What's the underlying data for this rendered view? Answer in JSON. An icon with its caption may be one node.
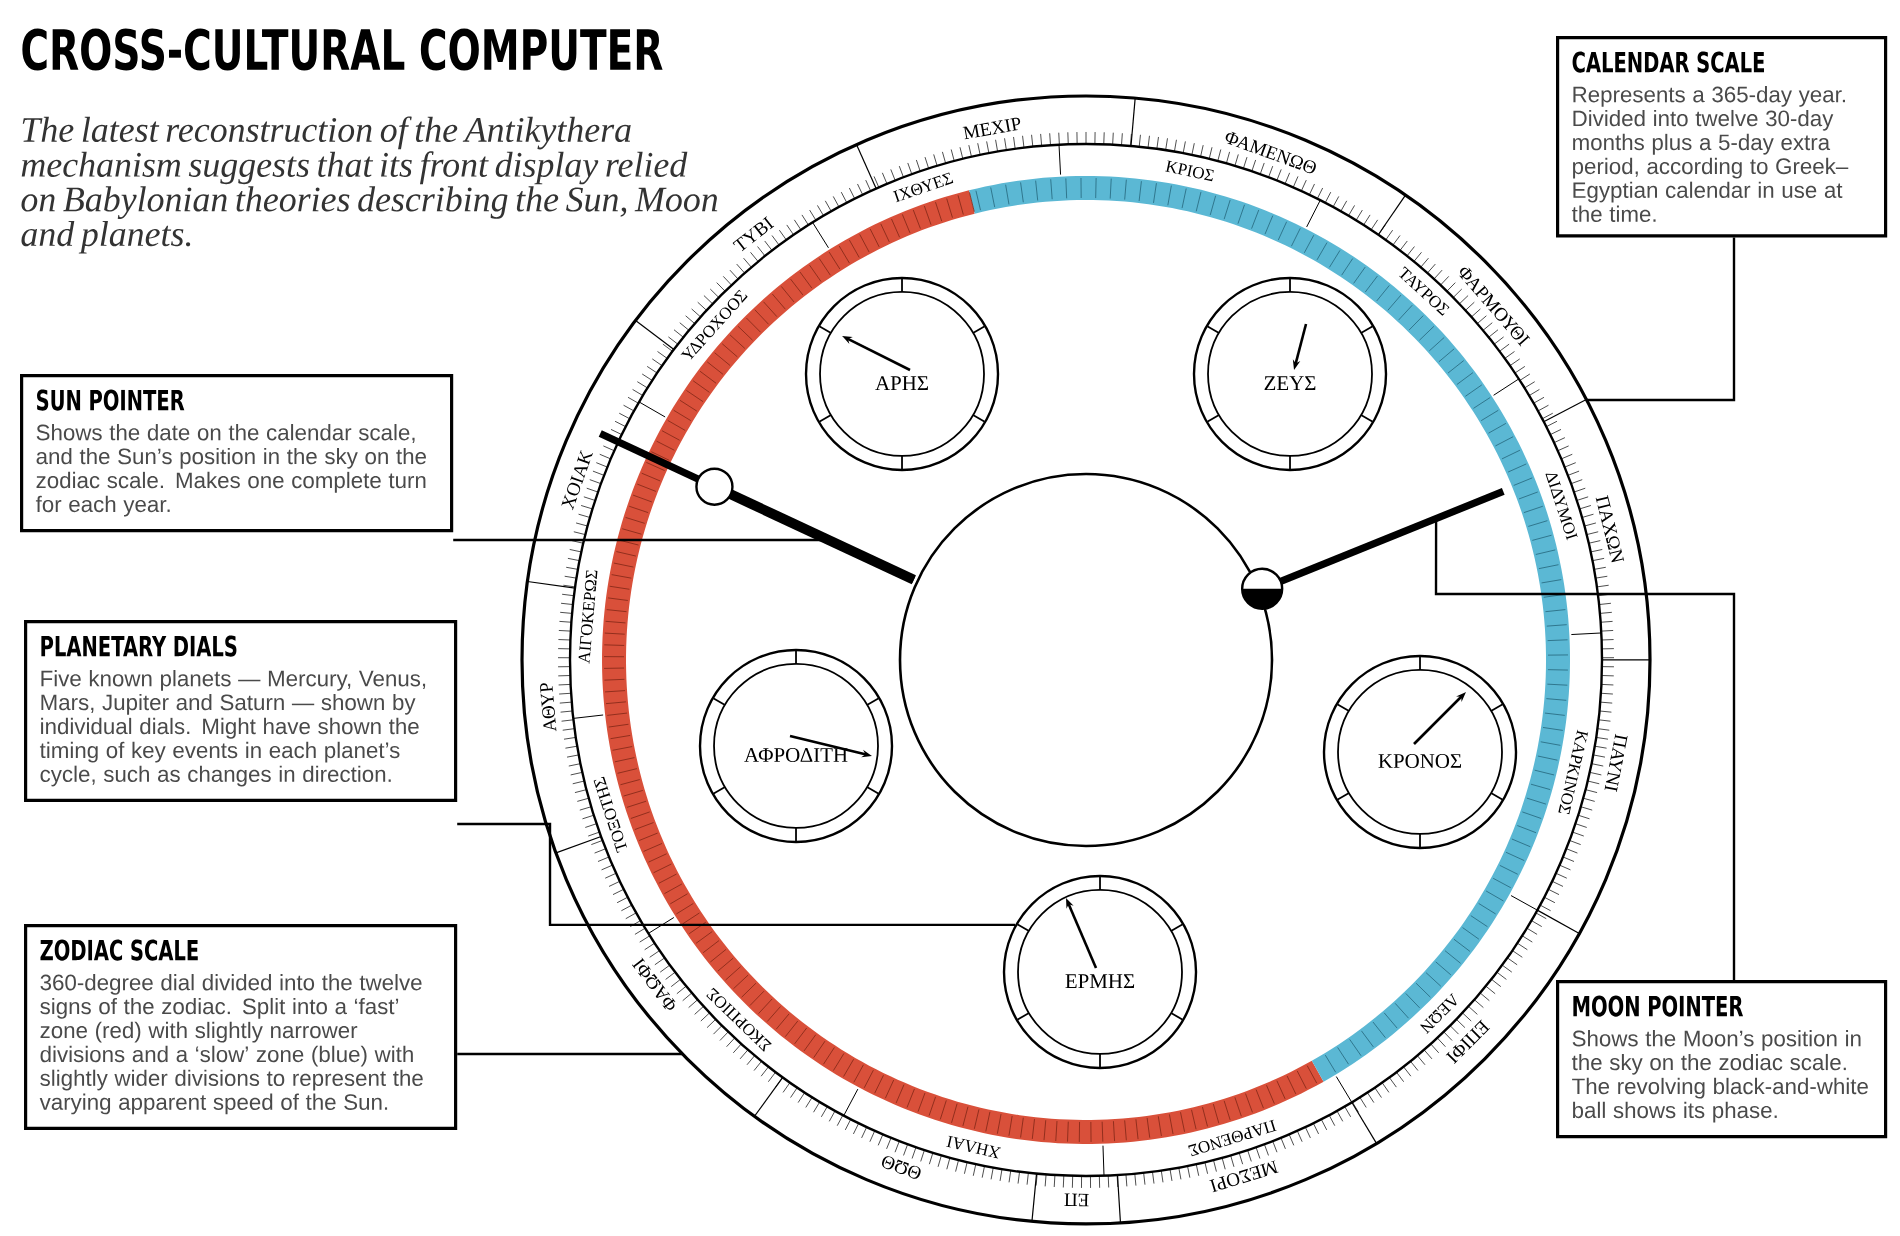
{
  "diagram": {
    "title": "CROSS-CULTURAL COMPUTER",
    "nodes": [
      {
        "text": [
          "SUN POINTER",
          "Shows the date on the calendar scale, and the Sun’s position in the sky on the zodiac scale. Makes one complete turn for each year."
        ]
      },
      {
        "text": [
          "PLANETARY DIALS",
          "Five known planets — Mercury, Venus, Mars, Jupiter and Saturn — shown by individual dials. Might have shown the timing of key events in each planet’s cycle, such as changes in direction."
        ]
      },
      {
        "text": [
          "ZODIAC SCALE",
          "360-degree dial divided into the twelve signs of the zodiac. Split into a ‘fast’ zone (red) with slightly narrower divisions and a ‘slow’ zone (blue) with slightly wider divisions to represent the varying apparent speed of the Sun."
        ]
      },
      {
        "text": [
          "CALENDAR SCALE",
          "Represents a 365-day year. Divided into twelve 30-day months plus a 5-day extra period, according to Greek–Egyptian calendar in use at the time."
        ]
      },
      {
        "text": [
          "MOON POINTER",
          "Shows the Moon’s position in the sky on the zodiac scale. The revolving black-and-white ball shows its phase."
        ]
      },
      {
        "text": [
          "ΑΡΗΣ"
        ]
      },
      {
        "text": [
          "ΖΕΥΣ"
        ]
      },
      {
        "text": [
          "ΑΦΡΟΔΙΤΗ"
        ]
      },
      {
        "text": [
          "ΚΡΟΝΟΣ"
        ]
      },
      {
        "text": [
          "ΕΡΜΗΣ"
        ]
      },
      {
        "text": [],
        "shape": "bar"
      },
      {
        "text": [],
        "shape": "bar"
      }
    ],
    "edges": [
      {
        "from": 0,
        "to": 10,
        "arrow": "none"
      },
      {
        "from": 1,
        "to": 9,
        "arrow": "none"
      },
      {
        "from": 2,
        "to": null,
        "arrow": "none"
      },
      {
        "from": 3,
        "to": null,
        "arrow": "none"
      },
      {
        "from": 4,
        "to": 11,
        "arrow": "none"
      }
    ],
    "labels": [
      "The latest reconstruction of the Antikythera mechanism suggests that its front display relied on Babylonian theories describing the Sun, Moon and planets.",
      "ΤΥΒΙ",
      "ΜΕΧΙΡ",
      "ΦΑΜΕΝΩΘ",
      "ΦΑΡΜΟΥΘΙ",
      "ΠΑΧΩΝ",
      "ΠΑΥΝΙ",
      "ΕΠΙΦΙ",
      "ΜΕΣΟΡΙ",
      "ΕΠ",
      "ΘΩΘ",
      "ΦΑΩΦΙ",
      "ΑΘΥΡ",
      "ΧΟΙΑΚ",
      "ΙΧΘΥΕΣ",
      "ΚΡΙΟΣ",
      "ΤΑΥΡΟΣ",
      "ΔΙΔΥΜΟΙ",
      "ΚΑΡΚΙΝΟΣ",
      "ΛΕΩΝ",
      "ΠΑΡΘΕΝΟΣ",
      "ΧΗΛΑΙ",
      "ΣΚΟΡΠΙΟΣ",
      "ΤΟΞΟΤΗΣ",
      "ΑΙΓΟΚΕΡΩΣ",
      "ΥΔΡΟΧΟΟΣ"
    ]
  }
}
